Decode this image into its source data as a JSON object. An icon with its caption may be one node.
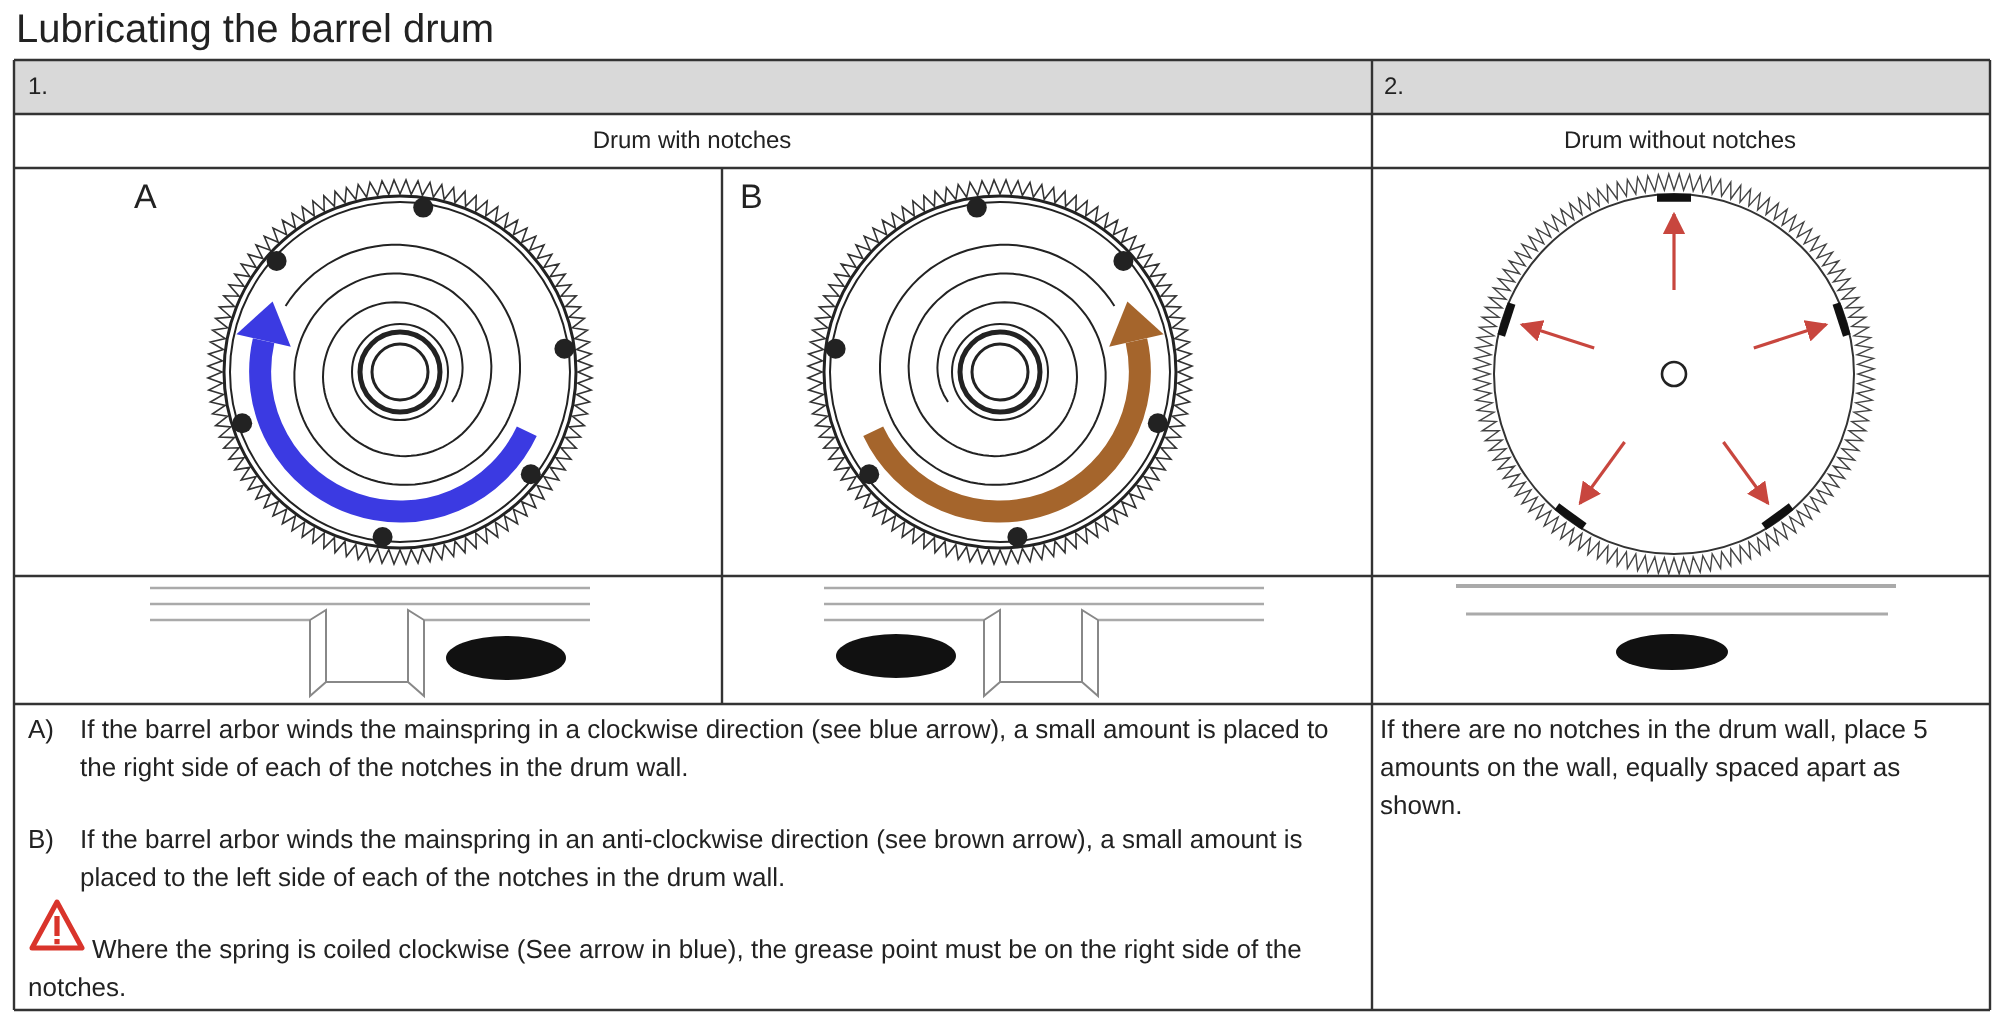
{
  "diagram": {
    "title": "Lubricating the barrel drum",
    "labels": [
      "1.",
      "2.",
      "Drum with notches",
      "Drum without notches",
      "A",
      "B",
      "A)",
      "If the barrel arbor winds the mainspring in a clockwise direction (see blue arrow), a small amount is placed to the right side of each of the notches in the drum wall.",
      "B)",
      "If the barrel arbor winds the mainspring in an anti-clockwise direction (see brown arrow), a small amount is placed to the left side of each of the notches in the drum wall.",
      "Where the spring is coiled clockwise (See arrow in blue), the grease point must be on the right side of the notches.",
      "If there are no notches in the drum wall, place 5 amounts on the wall, equally spaced apart as shown."
    ]
  }
}
